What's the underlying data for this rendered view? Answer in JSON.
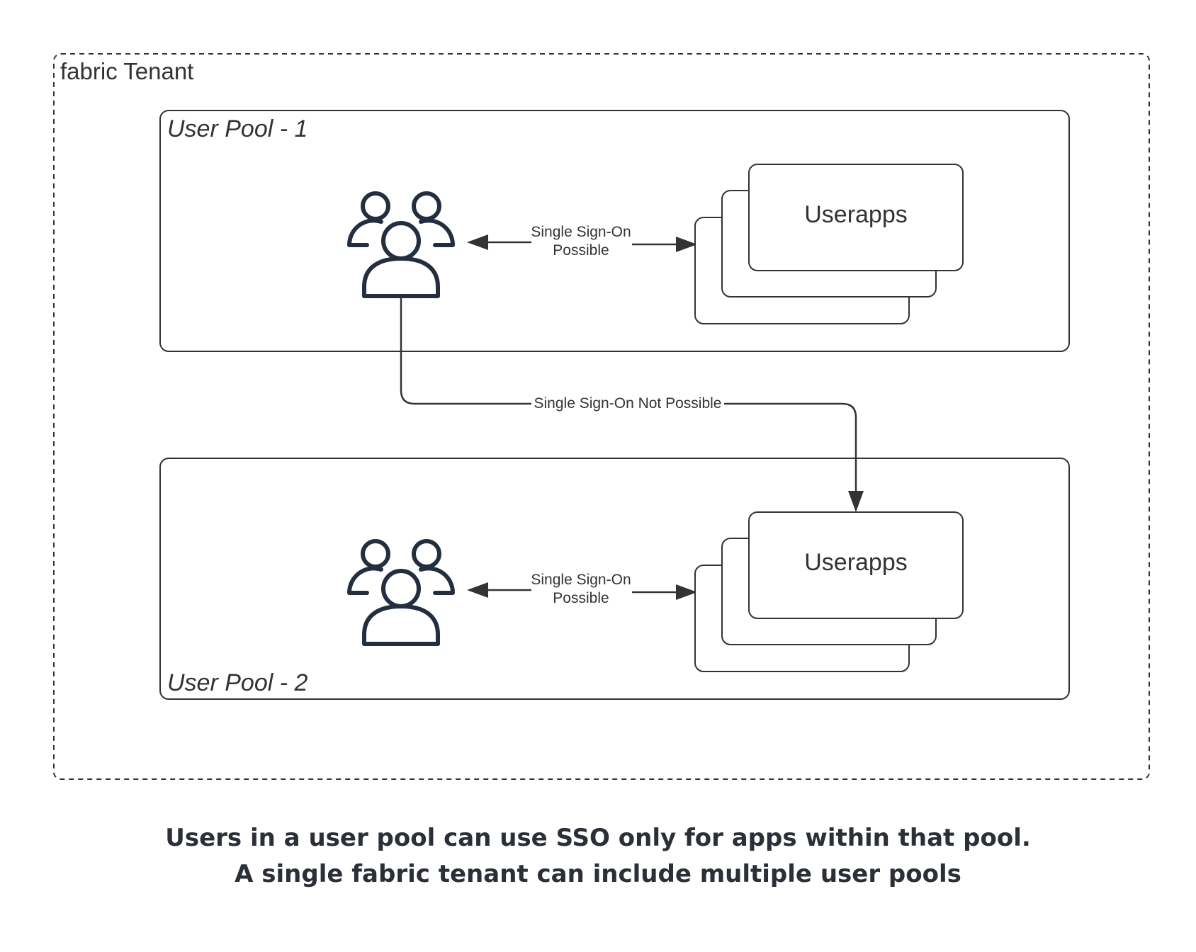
{
  "tenant": {
    "label": "fabric Tenant"
  },
  "pools": [
    {
      "label": "User Pool - 1",
      "app_label": "Userapps",
      "sso_label_line1": "Single Sign-On",
      "sso_label_line2": "Possible"
    },
    {
      "label": "User Pool - 2",
      "app_label": "Userapps",
      "sso_label_line1": "Single Sign-On",
      "sso_label_line2": "Possible"
    }
  ],
  "cross_pool_edge": {
    "label": "Single Sign-On Not Possible"
  },
  "caption": {
    "line1": "Users in a user pool can use SSO only for apps within that pool.",
    "line2": "A single fabric tenant can include multiple user pools"
  },
  "colors": {
    "stroke": "#333333",
    "icon": "#232f3e",
    "caption": "#2b2f38"
  },
  "icons": [
    "users-group-icon",
    "stacked-apps-icon"
  ]
}
